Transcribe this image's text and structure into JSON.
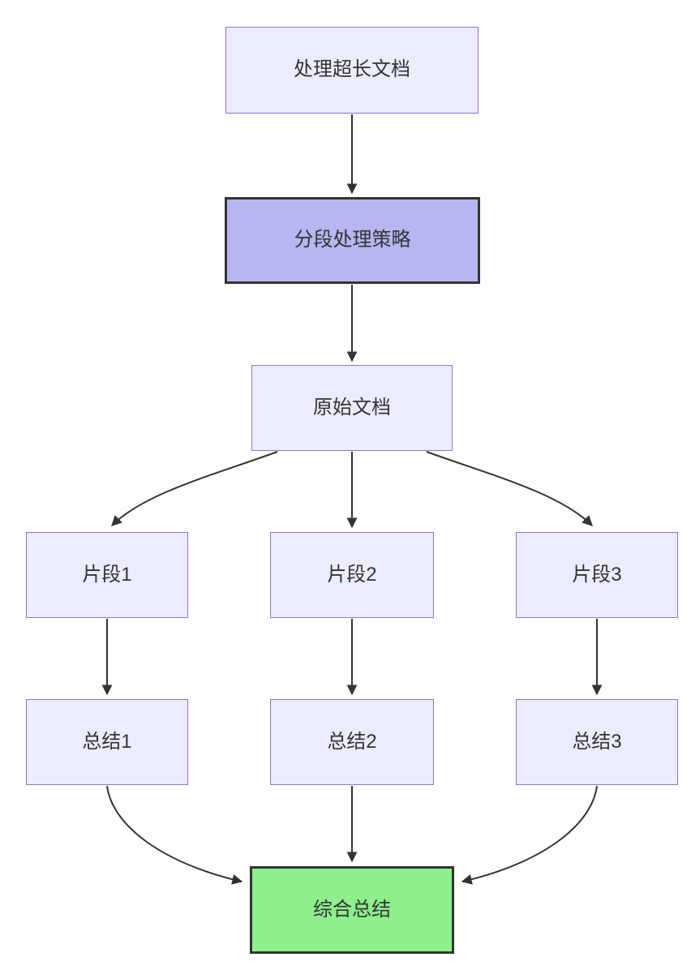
{
  "diagram": {
    "type": "flowchart",
    "direction": "top-down",
    "nodes": [
      {
        "id": "A",
        "label": "处理超长文档",
        "style": "default"
      },
      {
        "id": "B",
        "label": "分段处理策略",
        "style": "accent-purple"
      },
      {
        "id": "C",
        "label": "原始文档",
        "style": "default"
      },
      {
        "id": "D1",
        "label": "片段1",
        "style": "default"
      },
      {
        "id": "D2",
        "label": "片段2",
        "style": "default"
      },
      {
        "id": "D3",
        "label": "片段3",
        "style": "default"
      },
      {
        "id": "E1",
        "label": "总结1",
        "style": "default"
      },
      {
        "id": "E2",
        "label": "总结2",
        "style": "default"
      },
      {
        "id": "E3",
        "label": "总结3",
        "style": "default"
      },
      {
        "id": "F",
        "label": "综合总结",
        "style": "accent-green"
      }
    ],
    "edges": [
      {
        "from": "A",
        "to": "B"
      },
      {
        "from": "B",
        "to": "C"
      },
      {
        "from": "C",
        "to": "D1"
      },
      {
        "from": "C",
        "to": "D2"
      },
      {
        "from": "C",
        "to": "D3"
      },
      {
        "from": "D1",
        "to": "E1"
      },
      {
        "from": "D2",
        "to": "E2"
      },
      {
        "from": "D3",
        "to": "E3"
      },
      {
        "from": "E1",
        "to": "F"
      },
      {
        "from": "E2",
        "to": "F"
      },
      {
        "from": "E3",
        "to": "F"
      }
    ],
    "colors": {
      "node_fill": "#ECECFF",
      "node_border": "#9370DB",
      "accent_purple_fill": "#B6B6F2",
      "accent_border": "#333333",
      "accent_green_fill": "#8DF08C",
      "edge_color": "#333333",
      "text_color": "#333333",
      "background": "#FFFFFF"
    }
  }
}
